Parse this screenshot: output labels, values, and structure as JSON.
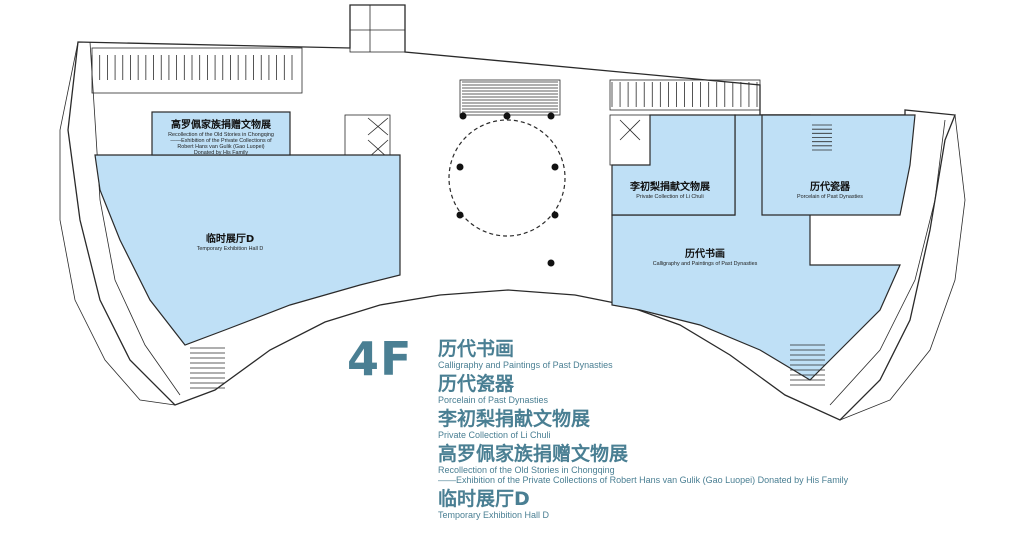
{
  "floor": "4F",
  "halls": {
    "gao_top": {
      "zh": "高罗佩家族捐赠文物展",
      "en1": "Recollection of the Old Stories in Chongqing",
      "en2": "——Exhibition of the Private Collections of",
      "en3": "Robert Hans van Gulik (Gao Luopei)",
      "en4": "Donated by His Family"
    },
    "temp": {
      "zh": "临时展厅D",
      "en": "Temporary Exhibition Hall D"
    },
    "li": {
      "zh": "李初梨捐献文物展",
      "en": "Private Collection of  Li Chuli"
    },
    "porcelain": {
      "zh": "历代瓷器",
      "en": "Porcelain of Past Dynasties"
    },
    "paint": {
      "zh": "历代书画",
      "en": "Calligraphy and Paintings of Past Dynasties"
    }
  },
  "legend": [
    {
      "zh": "历代书画",
      "en": "Calligraphy and Paintings of Past Dynasties"
    },
    {
      "zh": "历代瓷器",
      "en": "Porcelain of Past Dynasties"
    },
    {
      "zh": "李初梨捐献文物展",
      "en": "Private Collection of  Li Chuli"
    },
    {
      "zh": "高罗佩家族捐赠文物展",
      "en": "Recollection of the Old Stories in Chongqing",
      "en2": "——Exhibition of the Private Collections of Robert Hans van Gulik (Gao Luopei) Donated by His Family"
    },
    {
      "zh": "临时展厅D",
      "en": "Temporary Exhibition Hall D"
    }
  ]
}
